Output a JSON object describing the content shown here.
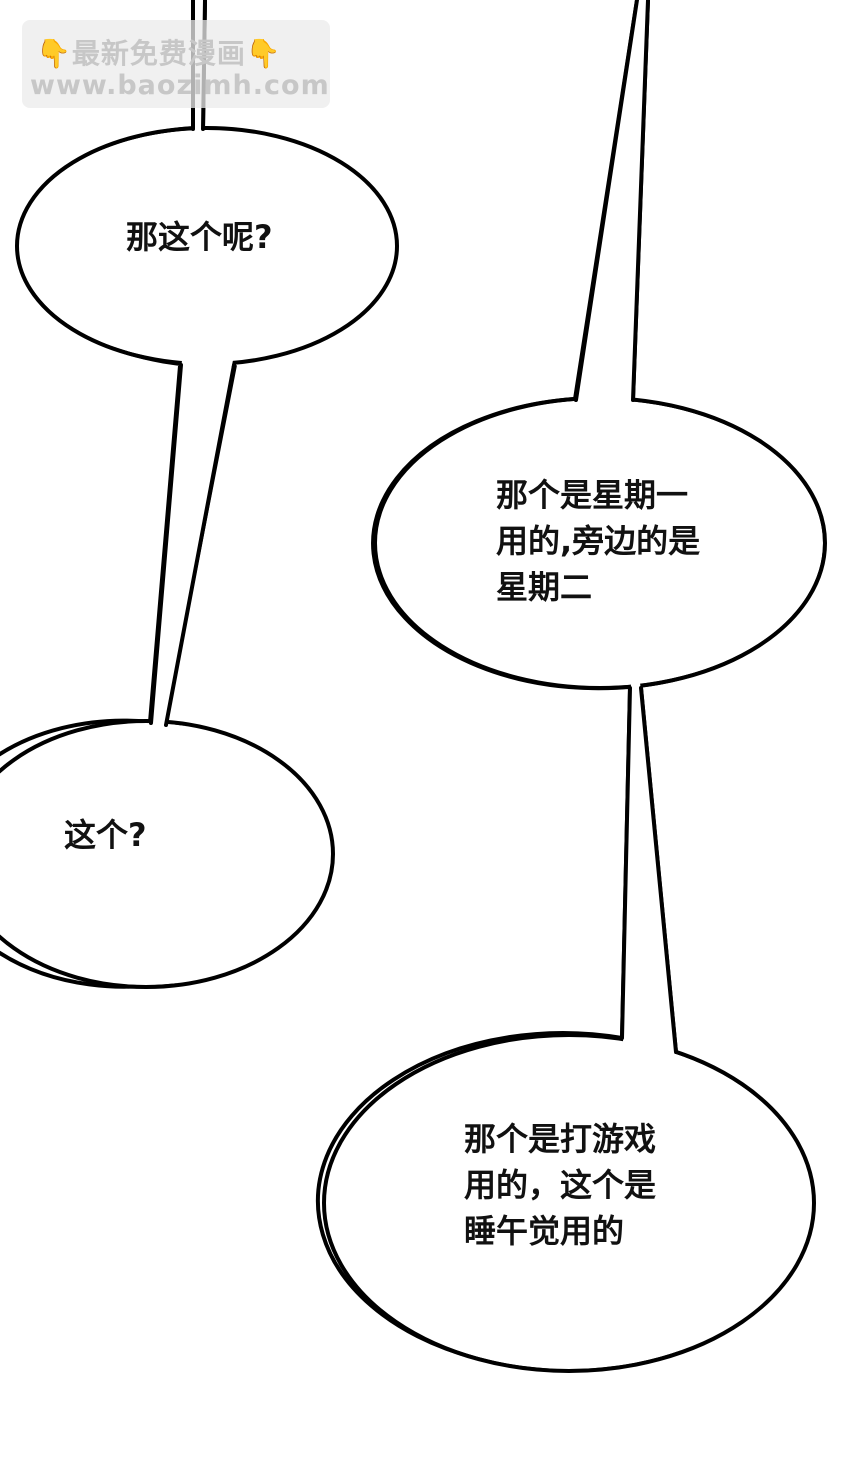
{
  "watermark": {
    "line1_emoji_left": "👇",
    "line1_text": "最新免费漫画",
    "line1_emoji_right": "👇",
    "line2_text": "www.baozimh.com"
  },
  "bubbles": [
    {
      "id": "b1",
      "lines": [
        "那这个呢?"
      ]
    },
    {
      "id": "b2",
      "lines": [
        "那个是星期一",
        "用的,旁边的是",
        "星期二"
      ]
    },
    {
      "id": "b3",
      "lines": [
        "这个?"
      ]
    },
    {
      "id": "b4",
      "lines": [
        "那个是打游戏",
        "用的，这个是",
        "睡午觉用的"
      ]
    }
  ],
  "colors": {
    "background": "#ffffff",
    "stroke": "#000000",
    "text": "#111111"
  }
}
